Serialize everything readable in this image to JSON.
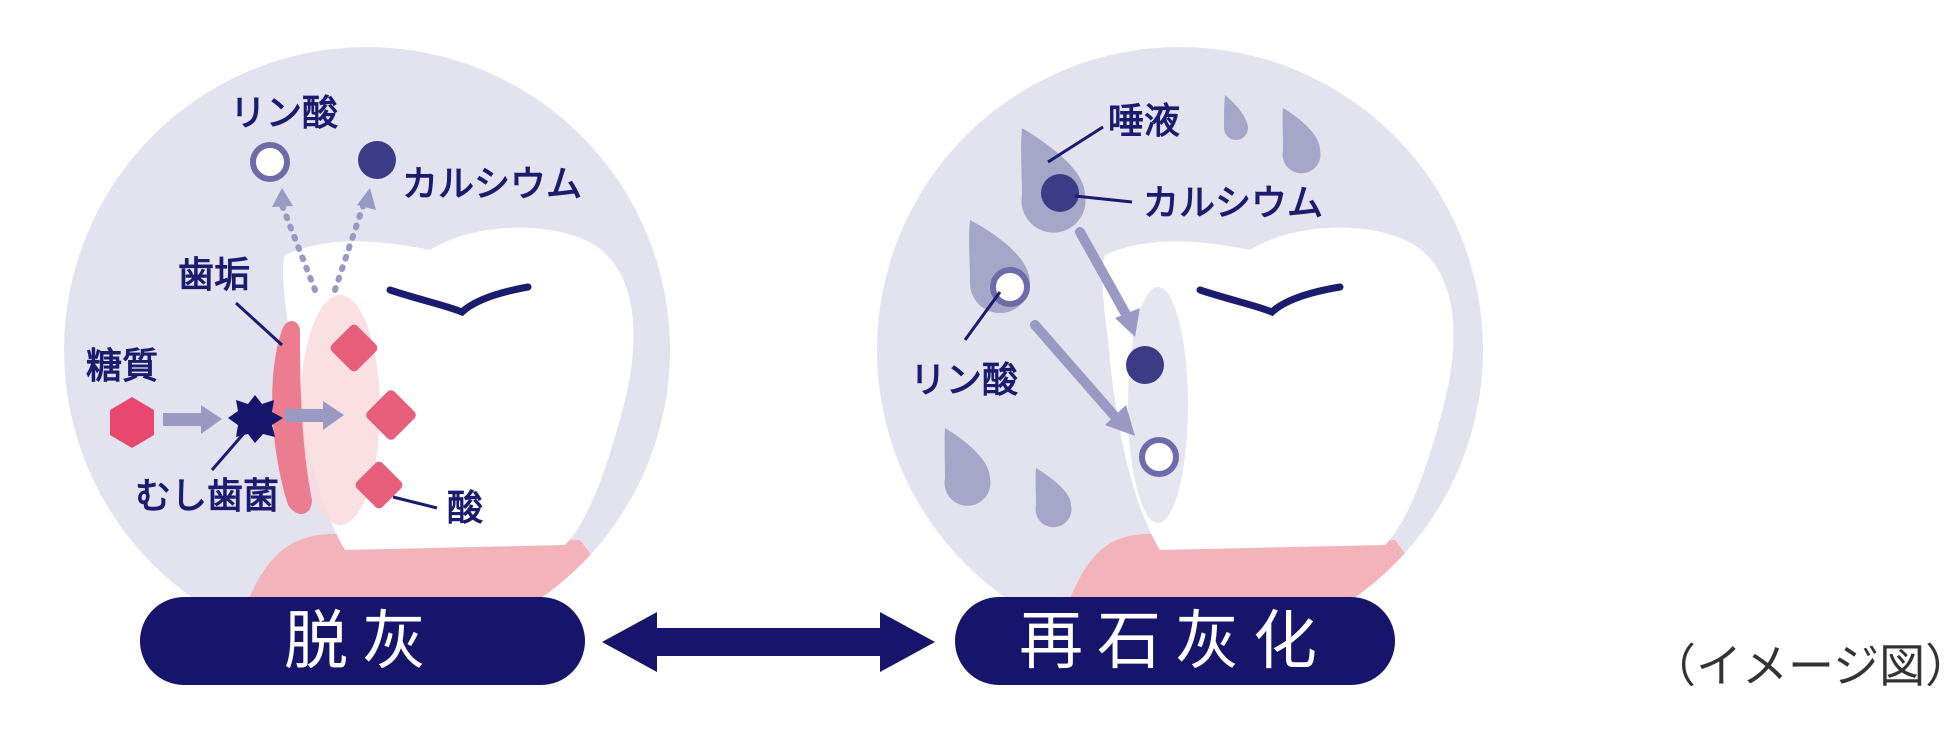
{
  "left_panel": {
    "labels": {
      "phosphate": "リン酸",
      "calcium": "カルシウム",
      "plaque": "歯垢",
      "sugar": "糖質",
      "bacteria": "むし歯菌",
      "acid": "酸"
    },
    "badge": "脱灰"
  },
  "right_panel": {
    "labels": {
      "saliva": "唾液",
      "calcium": "カルシウム",
      "phosphate": "リン酸"
    },
    "badge": "再石灰化"
  },
  "caption": "（イメージ図）",
  "colors": {
    "navy": "#16146b",
    "bubble": "#e3e3ef",
    "gum": "#f2b3ba",
    "plaque": "#ec7d90",
    "acid": "#e75f7a",
    "sugar": "#e8486e",
    "arrow": "#9999c4",
    "drop": "#a6a6c9",
    "phosphate_ring": "#6f6aa8"
  }
}
